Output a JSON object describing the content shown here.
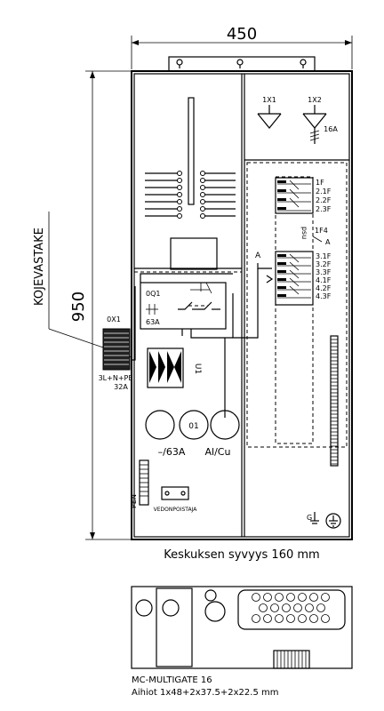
{
  "dimensions": {
    "width_label": "450",
    "height_label": "950"
  },
  "labels": {
    "side_label": "KOJEVASTAKE",
    "lamp1": "1X1",
    "lamp2": "1X2",
    "lamp2_rating": "16A",
    "main_switch": "0Q1",
    "main_switch_rating": "63A",
    "entry": "0X1",
    "entry_spec": "3L+N+PE",
    "entry_rating": "32A",
    "meter_u": "U1",
    "meter_center": "01",
    "meter_left": "–/63A",
    "meter_right": "Al/Cu",
    "pen": "PEN",
    "strain_relief": "VEDONPOISTAJA",
    "fuse_group_label": "1F4",
    "fuse_group_a": "A",
    "marker_a": "A",
    "depth_note": "Keskuksen syvyys 160 mm",
    "ground_symbol": "G"
  },
  "fuses_upper": [
    "1F",
    "2.1F",
    "2.2F",
    "2.3F"
  ],
  "fuses_lower": [
    "3.1F",
    "3.2F",
    "3.3F",
    "4.1F",
    "4.2F",
    "4.3F"
  ],
  "multigate": {
    "name": "MC-MULTIGATE 16",
    "blanks": "Aihiot 1x48+2x37.5+2x22.5 mm"
  }
}
